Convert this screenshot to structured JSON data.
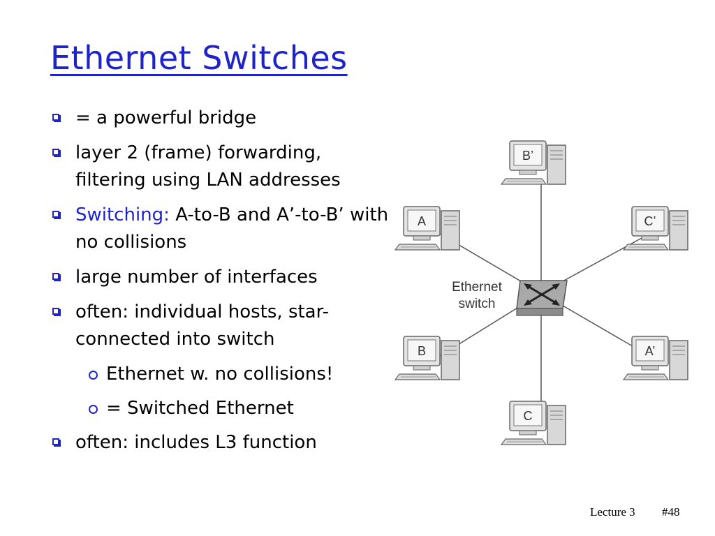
{
  "slide": {
    "title": "Ethernet Switches",
    "bullets": [
      {
        "prefix": "",
        "accent": "",
        "text": "= a powerful bridge",
        "level": 1
      },
      {
        "prefix": "",
        "accent": "",
        "text": "layer 2 (frame) forwarding, filtering using LAN addresses",
        "level": 1
      },
      {
        "prefix": "",
        "accent": "Switching:",
        "text": " A-to-B and A’-to-B’ with no collisions",
        "level": 1
      },
      {
        "prefix": "",
        "accent": "",
        "text": "large number of interfaces",
        "level": 1
      },
      {
        "prefix": "",
        "accent": "",
        "text": "often: individual hosts, star-connected into switch",
        "level": 1
      },
      {
        "prefix": "",
        "accent": "",
        "text": "Ethernet w. no collisions!",
        "level": 2
      },
      {
        "prefix": "",
        "accent": "",
        "text": "= Switched Ethernet",
        "level": 2
      },
      {
        "prefix": "",
        "accent": "",
        "text": "often: includes L3 function",
        "level": 1
      }
    ]
  },
  "diagram": {
    "switch_label_line1": "Ethernet",
    "switch_label_line2": "switch",
    "hosts": {
      "top": "B’",
      "upper_left": "A",
      "upper_right": "C’",
      "lower_left": "B",
      "lower_right": "A’",
      "bottom": "C"
    }
  },
  "footer": {
    "lecture": "Lecture 3",
    "page": "#48"
  },
  "colors": {
    "accent": "#1f24c8",
    "text": "#000000",
    "background": "#ffffff"
  }
}
